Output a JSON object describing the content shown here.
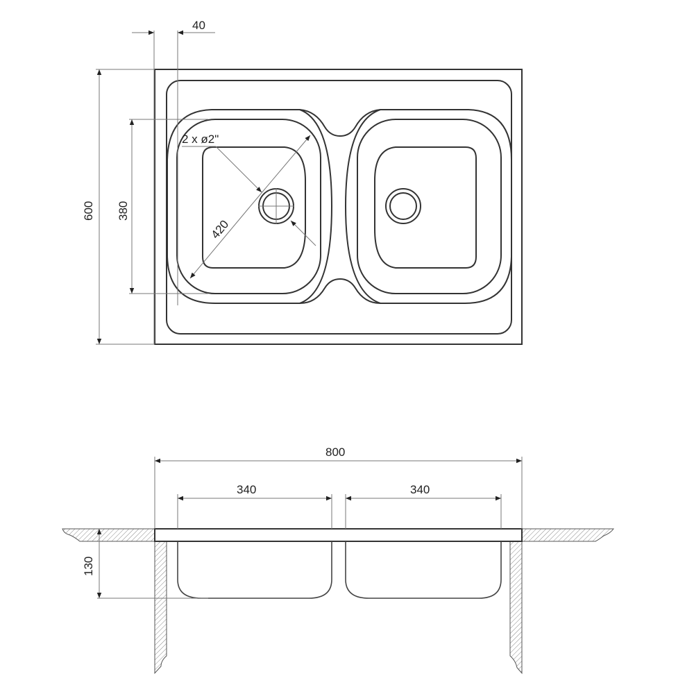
{
  "top_view": {
    "dim_rim_offset": "40",
    "dim_depth": "600",
    "dim_bowl_depth": "380",
    "dim_diagonal": "420",
    "drain_note": "2 x ø2\""
  },
  "section_view": {
    "dim_total_width": "800",
    "dim_left_bowl_width": "340",
    "dim_right_bowl_width": "340",
    "dim_bowl_height": "130"
  }
}
